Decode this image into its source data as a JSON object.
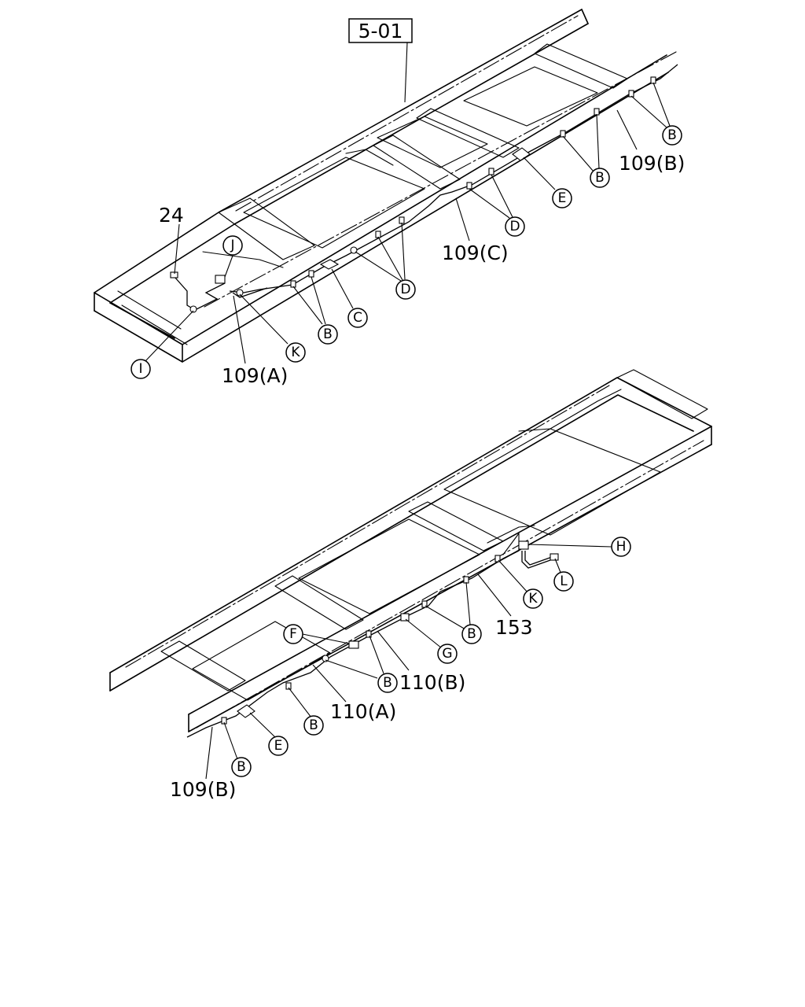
{
  "reference": "5-01",
  "top_view": {
    "part_labels": {
      "p24": "24",
      "p109A": "109(A)",
      "p109C": "109(C)",
      "p109B": "109(B)"
    },
    "callouts": {
      "J": "J",
      "I": "I",
      "K": "K",
      "B1": "B",
      "C": "C",
      "D1": "D",
      "D2": "D",
      "E": "E",
      "B2": "B",
      "B3": "B"
    }
  },
  "bottom_view": {
    "part_labels": {
      "p153": "153",
      "p110B": "110(B)",
      "p110A": "110(A)",
      "p109B": "109(B)"
    },
    "callouts": {
      "H": "H",
      "L": "L",
      "K": "K",
      "B1": "B",
      "G": "G",
      "F": "F",
      "B2": "B",
      "B3": "B",
      "E": "E",
      "B4": "B"
    }
  }
}
